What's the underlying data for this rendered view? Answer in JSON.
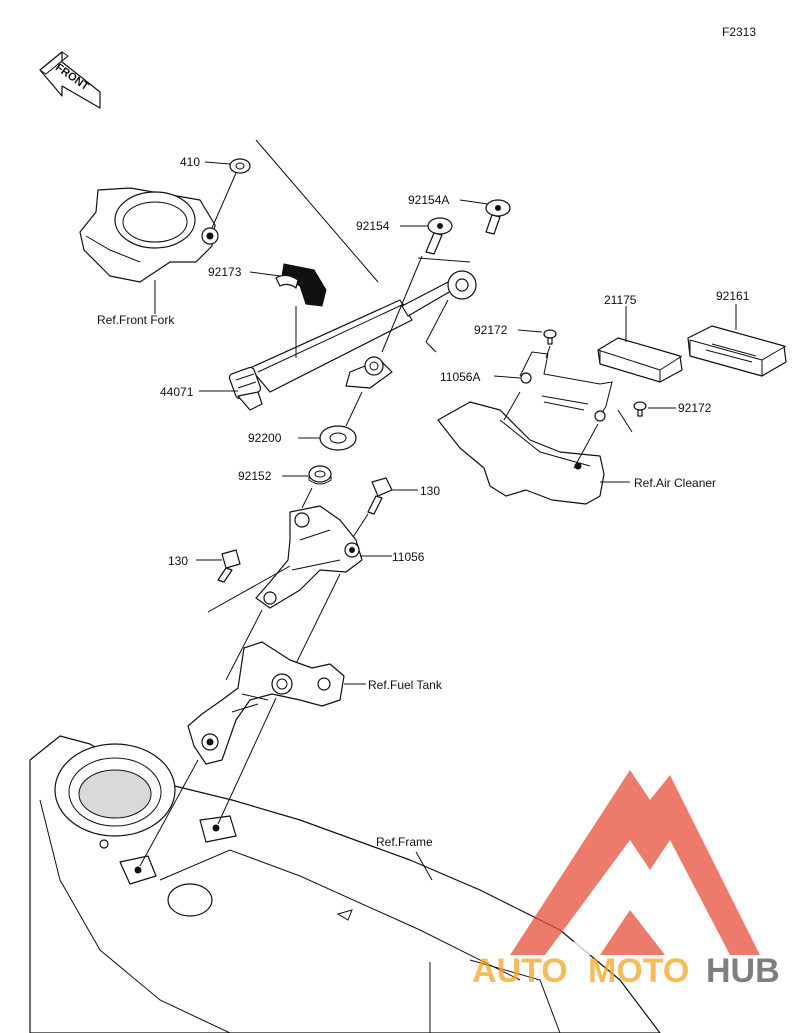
{
  "figure_code": "F2313",
  "front_marker": "FRONT",
  "colors": {
    "line": "#111111",
    "watermark_red": "#e8503a",
    "watermark_orange": "#f5a623",
    "watermark_gray": "#555555"
  },
  "part_labels": {
    "p410": "410",
    "p92154A": "92154A",
    "p92154": "92154",
    "p92173": "92173",
    "p21175": "21175",
    "p92161": "92161",
    "p92172_top": "92172",
    "p11056A": "11056A",
    "p92172_right": "92172",
    "p44071": "44071",
    "p92200": "92200",
    "p92152": "92152",
    "p130_top": "130",
    "p130_left": "130",
    "p11056": "11056"
  },
  "reference_labels": {
    "front_fork": "Ref.Front Fork",
    "air_cleaner": "Ref.Air Cleaner",
    "fuel_tank": "Ref.Fuel Tank",
    "frame": "Ref.Frame"
  },
  "watermark": {
    "part1": "AUTO",
    "part2": "MOTO",
    "part3": "HUB"
  }
}
